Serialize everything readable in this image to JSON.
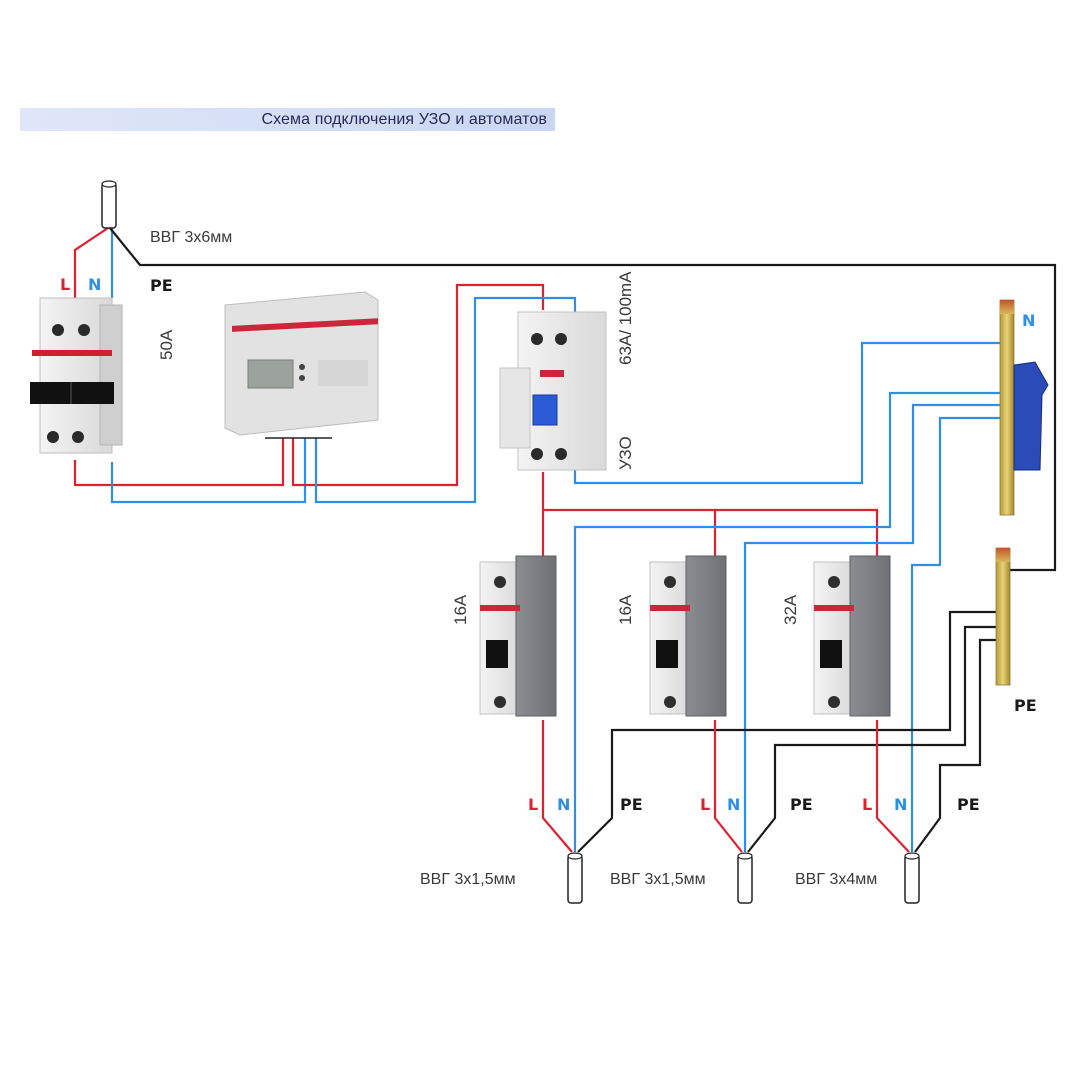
{
  "title": "Схема подключения УЗО и автоматов",
  "colors": {
    "phase": "#e0202e",
    "neutral": "#2f8fe6",
    "earth": "#1a1a1a",
    "title_bg": "#d3ddf5",
    "title_text": "#2a2a5a"
  },
  "input_cable": {
    "label": "ВВГ 3х6мм",
    "wire_labels": {
      "phase": "L",
      "neutral": "N",
      "earth": "PE"
    }
  },
  "main_breaker": {
    "rating": "50A",
    "poles": 2
  },
  "meter": {
    "name": "electricity-meter"
  },
  "rcd": {
    "rating": "63A/ 100mA",
    "label": "УЗО"
  },
  "neutral_bus": {
    "label": "N"
  },
  "earth_bus": {
    "label": "PE"
  },
  "branches": [
    {
      "breaker_rating": "16A",
      "cable_label": "ВВГ 3х1,5мм",
      "wire_labels": {
        "phase": "L",
        "neutral": "N",
        "earth": "PE"
      }
    },
    {
      "breaker_rating": "16A",
      "cable_label": "ВВГ 3х1,5мм",
      "wire_labels": {
        "phase": "L",
        "neutral": "N",
        "earth": "PE"
      }
    },
    {
      "breaker_rating": "32A",
      "cable_label": "ВВГ 3х4мм",
      "wire_labels": {
        "phase": "L",
        "neutral": "N",
        "earth": "PE"
      }
    }
  ]
}
